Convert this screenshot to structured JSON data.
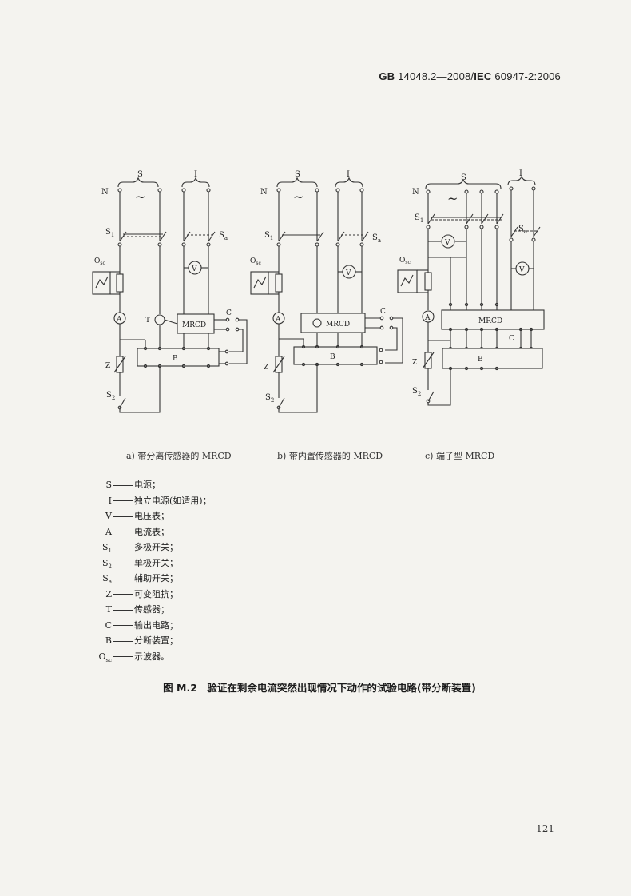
{
  "header": {
    "standard_prefix": "GB",
    "standard_text": "14048.2—2008/",
    "iec_prefix": "IEC",
    "iec_text": "60947-2:2006"
  },
  "diagrams": {
    "labels": {
      "N": "N",
      "S": "S",
      "I": "I",
      "S1": "S",
      "S1_sub": "1",
      "Sa": "S",
      "Sa_sub": "a",
      "Osc": "O",
      "Osc_sub": "sc",
      "A": "A",
      "V": "V",
      "T": "T",
      "Z": "Z",
      "S2": "S",
      "S2_sub": "2",
      "MRCD": "MRCD",
      "B": "B",
      "C": "C",
      "tilde": "~"
    }
  },
  "captions": {
    "a": "a) 带分离传感器的 MRCD",
    "b": "b) 带内置传感器的 MRCD",
    "c": "c) 端子型 MRCD"
  },
  "legend": [
    {
      "symbol": "S",
      "sub": "",
      "text": "电源；"
    },
    {
      "symbol": "I",
      "sub": "",
      "text": "独立电源(如适用)；"
    },
    {
      "symbol": "V",
      "sub": "",
      "text": "电压表；"
    },
    {
      "symbol": "A",
      "sub": "",
      "text": "电流表；"
    },
    {
      "symbol": "S",
      "sub": "1",
      "text": "多极开关；"
    },
    {
      "symbol": "S",
      "sub": "2",
      "text": "单极开关；"
    },
    {
      "symbol": "S",
      "sub": "a",
      "text": "辅助开关；"
    },
    {
      "symbol": "Z",
      "sub": "",
      "text": "可变阻抗；"
    },
    {
      "symbol": "T",
      "sub": "",
      "text": "传感器；"
    },
    {
      "symbol": "C",
      "sub": "",
      "text": "输出电路；"
    },
    {
      "symbol": "B",
      "sub": "",
      "text": "分断装置；"
    },
    {
      "symbol": "O",
      "sub": "sc",
      "text": "示波器。"
    }
  ],
  "figure_title": "图 M.2　验证在剩余电流突然出现情况下动作的试验电路(带分断装置)",
  "page_number": "121"
}
